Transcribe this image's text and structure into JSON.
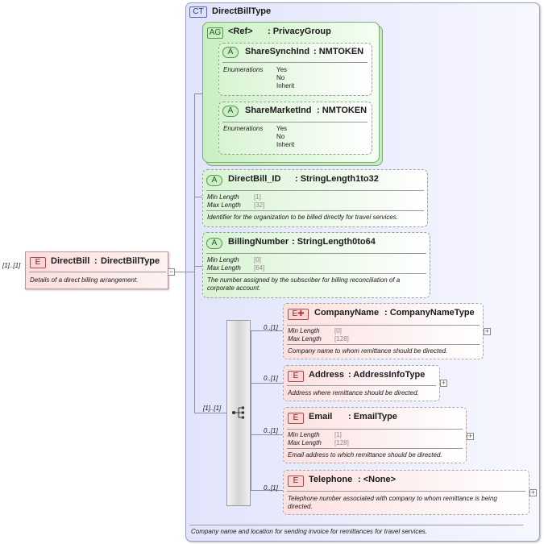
{
  "complex_type": {
    "badge": "CT",
    "name": "DirectBillType",
    "description": "Company name and location for sending invoice for remittances for travel services."
  },
  "root_element": {
    "badge": "E",
    "cardinality": "[1]..[1]",
    "name": "DirectBill",
    "type": "DirectBillType",
    "description": "Details of a direct billing arrangement."
  },
  "attribute_group": {
    "badge": "AG",
    "ref": "<Ref>",
    "name": ": PrivacyGroup",
    "attributes": [
      {
        "badge": "A",
        "name": "ShareSynchInd",
        "type": ": NMTOKEN",
        "facet_label": "Enumerations",
        "values": [
          "Yes",
          "No",
          "Inherit"
        ]
      },
      {
        "badge": "A",
        "name": "ShareMarketInd",
        "type": ": NMTOKEN",
        "facet_label": "Enumerations",
        "values": [
          "Yes",
          "No",
          "Inherit"
        ]
      }
    ]
  },
  "attributes": [
    {
      "badge": "A",
      "name": "DirectBill_ID",
      "type": ": StringLength1to32",
      "min_label": "Min Length",
      "min_value": "[1]",
      "max_label": "Max Length",
      "max_value": "[32]",
      "description": "Identifier for the organization to be billed directly for travel services."
    },
    {
      "badge": "A",
      "name": "BillingNumber",
      "type": ": StringLength0to64",
      "min_label": "Min Length",
      "min_value": "[0]",
      "max_label": "Max Length",
      "max_value": "[64]",
      "description_lines": [
        "The number assigned by the subscriber for billing reconciliation of a",
        "corporate account."
      ]
    }
  ],
  "sequence": {
    "cardinality": "[1]..[1]",
    "icon": "sequence-icon",
    "children": [
      {
        "cardinality": "0..[1]",
        "badge": "E",
        "name": "CompanyName",
        "type": ": CompanyNameType",
        "min_label": "Min Length",
        "min_value": "[0]",
        "max_label": "Max Length",
        "max_value": "[128]",
        "description": "Company name to whom remittance should be directed."
      },
      {
        "cardinality": "0..[1]",
        "badge": "E",
        "name": "Address",
        "type": ": AddressInfoType",
        "description": "Address where remittance should be directed."
      },
      {
        "cardinality": "0..[1]",
        "badge": "E",
        "name": "Email",
        "type": ": EmailType",
        "min_label": "Min Length",
        "min_value": "[1]",
        "max_label": "Max Length",
        "max_value": "[128]",
        "description": "Email address to which remittance should be directed."
      },
      {
        "cardinality": "0..[1]",
        "badge": "E",
        "name": "Telephone",
        "type": ": <None>",
        "description_lines": [
          "Telephone number associated with company to whom remittance is being",
          "directed."
        ]
      }
    ]
  },
  "colors": {
    "complex_type_bg": "#e4e6fb",
    "attribute_bg": "#d8f4d2",
    "element_bg": "#fde0e0",
    "connector": "#8a8fa8"
  }
}
